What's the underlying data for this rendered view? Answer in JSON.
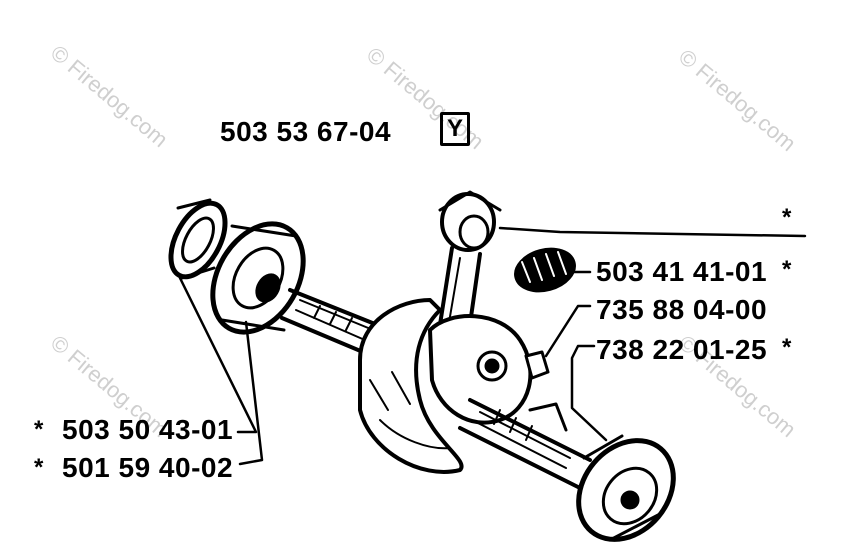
{
  "assembly_number": "503 53 67-04",
  "badge_letter": "Y",
  "watermark": "© Firedog.com",
  "parts": [
    {
      "number": "",
      "star": "*"
    },
    {
      "number": "503 41 41-01",
      "star": "*"
    },
    {
      "number": "735 88 04-00",
      "star": ""
    },
    {
      "number": "738 22 01-25",
      "star": "*"
    },
    {
      "number": "503 50 43-01",
      "star": "*"
    },
    {
      "number": "501 59 40-02",
      "star": "*"
    }
  ],
  "colors": {
    "ink": "#000000",
    "background": "#ffffff",
    "watermark": "#cfcfcf"
  }
}
